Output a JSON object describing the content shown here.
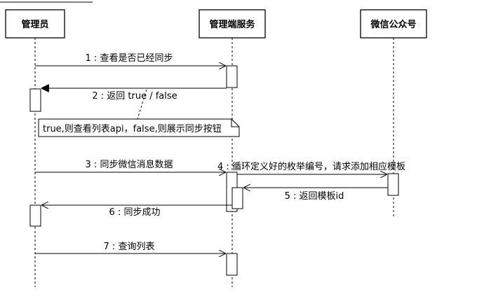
{
  "participants": [
    {
      "id": "admin",
      "label": "管理员"
    },
    {
      "id": "service",
      "label": "管理端服务"
    },
    {
      "id": "wechat",
      "label": "微信公众号"
    }
  ],
  "messages": [
    {
      "label": "1 : 查看是否已经同步",
      "style": "sync"
    },
    {
      "label": "2 : 返回 true  / false",
      "style": "return"
    },
    {
      "label": "3 : 同步微信消息数据",
      "style": "sync"
    },
    {
      "label": "4 : 循环定义好的枚举编号，请求添加相应模板",
      "style": "sync"
    },
    {
      "label": "5 : 返回模板id",
      "style": "return"
    },
    {
      "label": "6 : 同步成功",
      "style": "return"
    },
    {
      "label": "7 : 查询列表",
      "style": "sync"
    }
  ],
  "note": {
    "text": "true,则查看列表api，false,则展示同步按钮"
  }
}
